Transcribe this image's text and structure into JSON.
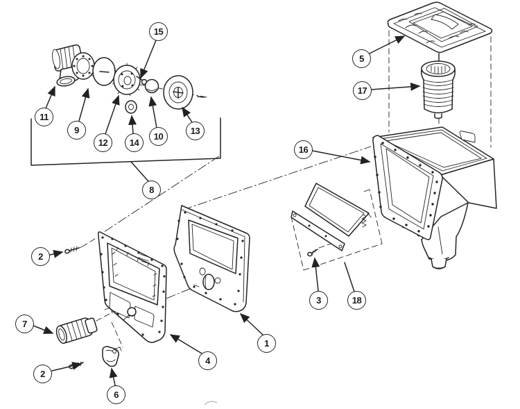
{
  "figure": {
    "kind": "exploded-view-parts-diagram",
    "background_color": "#ffffff",
    "line_color": "#222222"
  },
  "callouts": [
    {
      "number": "15"
    },
    {
      "number": "11"
    },
    {
      "number": "9"
    },
    {
      "number": "12"
    },
    {
      "number": "14"
    },
    {
      "number": "10"
    },
    {
      "number": "13"
    },
    {
      "number": "8"
    },
    {
      "number": "5"
    },
    {
      "number": "17"
    },
    {
      "number": "16"
    },
    {
      "number": "2"
    },
    {
      "number": "7"
    },
    {
      "number": "2"
    },
    {
      "number": "6"
    },
    {
      "number": "4"
    },
    {
      "number": "1"
    },
    {
      "number": "3"
    },
    {
      "number": "18"
    }
  ]
}
